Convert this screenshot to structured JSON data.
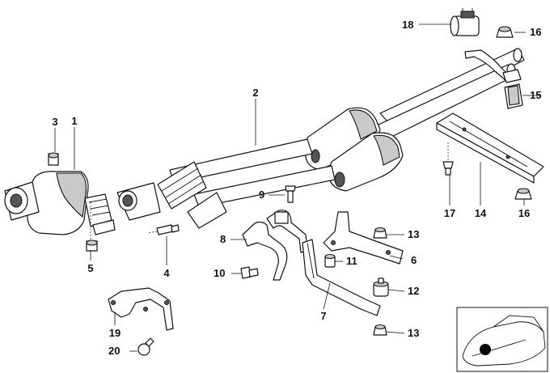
{
  "callouts": {
    "c1": "1",
    "c2": "2",
    "c3": "3",
    "c4": "4",
    "c5": "5",
    "c6": "6",
    "c7": "7",
    "c8": "8",
    "c9": "9",
    "c10": "10",
    "c11": "11",
    "c12": "12",
    "c13a": "13",
    "c13b": "13",
    "c14": "14",
    "c15": "15",
    "c16a": "16",
    "c16b": "16",
    "c17": "17",
    "c18": "18",
    "c19": "19",
    "c20": "20"
  },
  "colors": {
    "line": "#111111",
    "shade": "#c9c9c9",
    "background": "#ffffff"
  }
}
